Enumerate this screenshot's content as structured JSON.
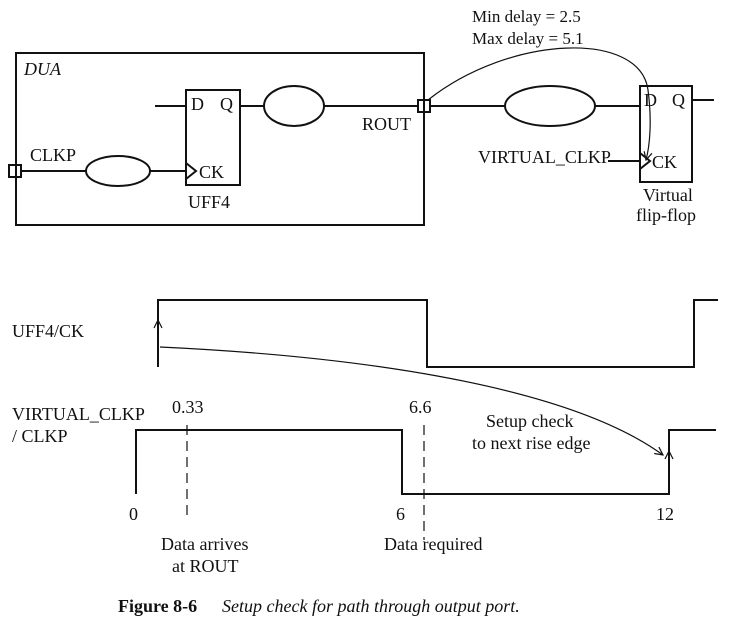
{
  "top_note": {
    "min_delay": "Min delay = 2.5",
    "max_delay": "Max delay = 5.1"
  },
  "design": {
    "block_label": "DUA",
    "input_port": "CLKP",
    "output_port": "ROUT",
    "flop_name": "UFF4",
    "flop_d": "D",
    "flop_q": "Q",
    "flop_ck": "CK"
  },
  "virtual": {
    "clock_name": "VIRTUAL_CLKP",
    "flop_d": "D",
    "flop_q": "Q",
    "flop_ck": "CK",
    "caption_line1": "Virtual",
    "caption_line2": "flip-flop"
  },
  "waveforms": {
    "uff4_ck_label": "UFF4/CK",
    "vclk_label_line1": "VIRTUAL_CLKP",
    "vclk_label_line2": "/ CLKP",
    "t_arrive": "0.33",
    "t_required": "6.6",
    "tick_0": "0",
    "tick_6": "6",
    "tick_12": "12",
    "setup_line1": "Setup check",
    "setup_line2": "to next rise edge",
    "arrive_line1": "Data arrives",
    "arrive_line2": "at ROUT",
    "required": "Data required"
  },
  "caption": {
    "number": "Figure 8-6",
    "text": "Setup check for path through output port."
  }
}
